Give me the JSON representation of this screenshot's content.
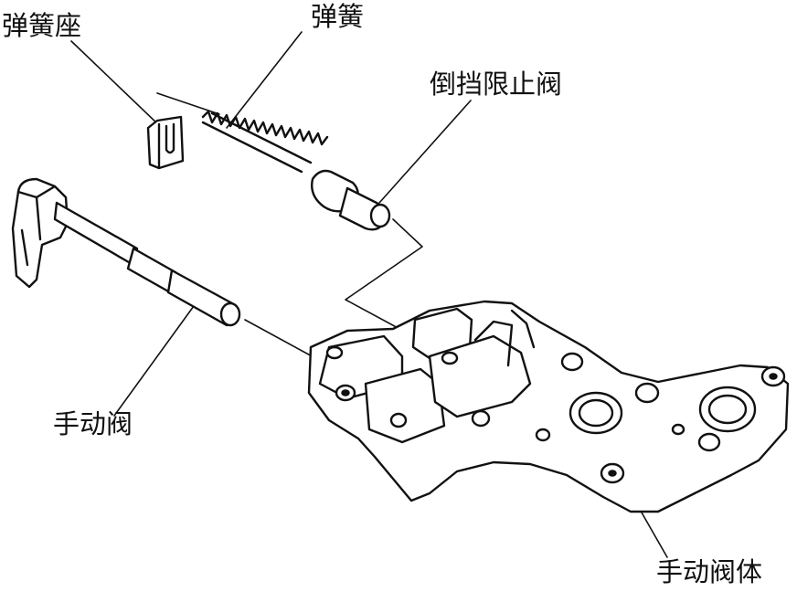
{
  "labels": {
    "spring_seat": "弹簧座",
    "spring": "弹簧",
    "reverse_limit_valve": "倒挡限止阀",
    "manual_valve": "手动阀",
    "manual_valve_body": "手动阀体"
  }
}
